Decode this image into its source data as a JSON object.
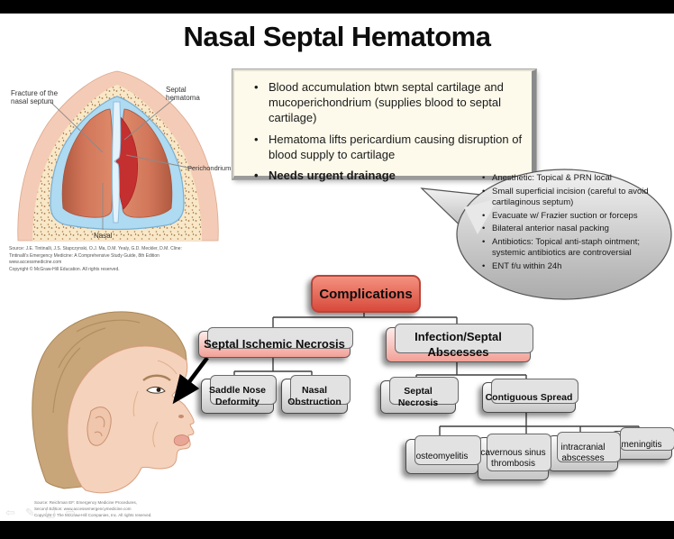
{
  "slide": {
    "title": "Nasal Septal Hematoma"
  },
  "anatomy": {
    "labels": {
      "fracture_line1": "Fracture of the",
      "fracture_line2": "nasal septum",
      "hematoma_line1": "Septal",
      "hematoma_line2": "hematoma",
      "perichondrium": "Perichondrium",
      "nasal": "Nasal"
    },
    "source_lines": [
      "Source: J.E. Tintinalli, J.S. Stapczynski, O.J. Ma, D.M. Yealy, G.D. Meckler, D.M. Cline:",
      "Tintinalli's Emergency Medicine: A Comprehensive Study Guide, 8th Edition",
      "www.accessmedicine.com",
      "Copyright © McGraw-Hill Education.  All rights reserved."
    ]
  },
  "key_points": {
    "bullets": [
      "Blood accumulation btwn septal cartilage and mucoperichondrium (supplies blood to septal cartilage)",
      "Hematoma lifts pericardium causing disruption of blood supply to cartilage",
      "Needs urgent drainage"
    ]
  },
  "management_bubble": {
    "bullets": [
      "Anesthetic: Topical & PRN local",
      "Small superficial incision (careful to avoid cartilaginous septum)",
      "Evacuate w/ Frazier suction or forceps",
      "Bilateral anterior nasal packing",
      "Antibiotics: Topical anti-staph ointment; systemic antibiotics are controversial",
      "ENT f/u within 24h"
    ]
  },
  "flowchart": {
    "root": "Complications",
    "septal_ischemic_necrosis": "Septal Ischemic Necrosis",
    "infection_septal_abscesses": "Infection/Septal Abscesses",
    "saddle_nose_deformity": "Saddle Nose Deformity",
    "nasal_obstruction": "Nasal Obstruction",
    "septal_necrosis": "Septal Necrosis",
    "contiguous_spread": "Contiguous Spread",
    "osteomyelitis": "osteomyelitis",
    "cavernous_sinus_thrombosis": "cavernous sinus thrombosis",
    "intracranial_abscesses": "intracranial abscesses",
    "meningitis": "meningitis"
  },
  "face_figure": {
    "source_lines": [
      "Source: Reichman EF: Emergency Medicine Procedures,",
      "Second Edition: www.accessemergencymedicine.com",
      "Copyright © The McGraw-Hill Companies, Inc.  All rights reserved."
    ]
  },
  "controls": {
    "back_glyph": "⇦",
    "pen_glyph": "✎",
    "slide_glyph": "▢",
    "forward_glyph": "⇨"
  },
  "colors": {
    "root_box_top": "#f4917f",
    "root_box_bottom": "#d84a3c",
    "branch_box_top": "#feecea",
    "branch_box_bottom": "#f2a096",
    "leaf_box_top": "#fbfbfb",
    "leaf_box_bottom": "#c6c6c6",
    "key_points_bg": "#fdfaeb",
    "bubble_top": "#f2f2f2",
    "bubble_bottom": "#ababab",
    "hematoma_red": "#c42f2f",
    "mucosa_blue": "#aedaf2",
    "cavity_terracotta": "#d2765a"
  }
}
